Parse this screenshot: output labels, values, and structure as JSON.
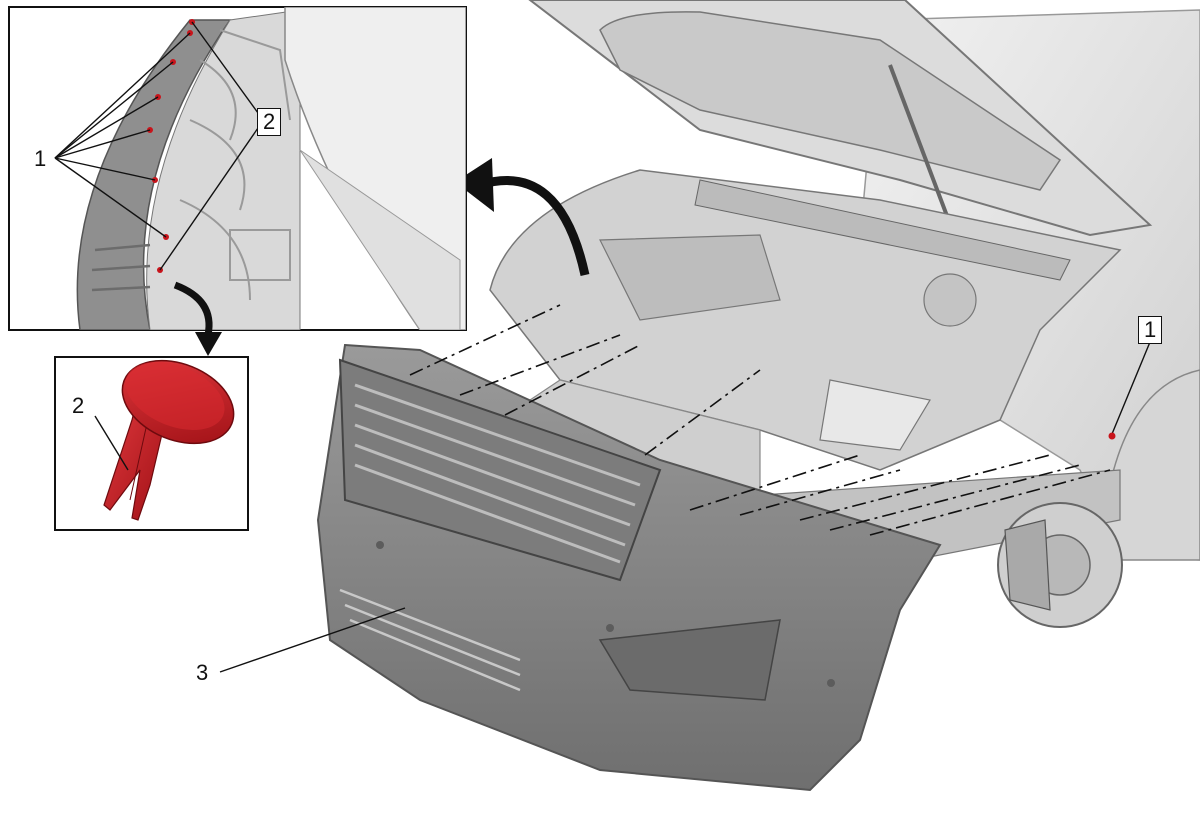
{
  "callouts": {
    "inset_clip_label": "1",
    "inset_pin_label": "2",
    "detail_pin_label": "2",
    "vehicle_clip_label": "1",
    "bumper_label": "3"
  },
  "colors": {
    "fastener_red": "#c8141b",
    "part_gray": "#8a8a8a",
    "body_light": "#e4e4e4",
    "outline": "#222222"
  }
}
